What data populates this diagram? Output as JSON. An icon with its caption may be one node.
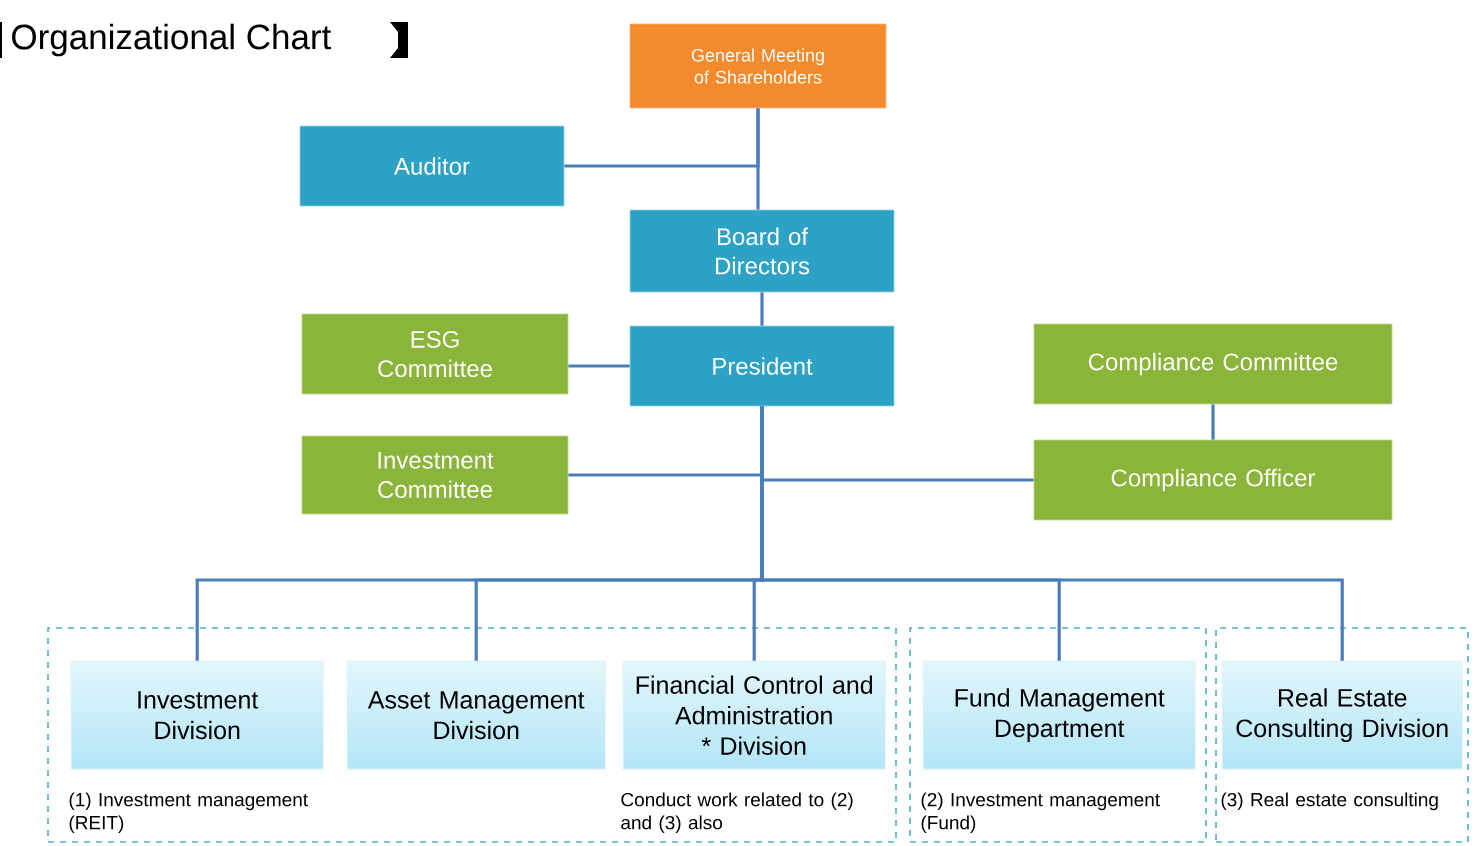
{
  "diagram": {
    "title": "Organizational Chart",
    "nodes": [
      {
        "text": [
          "General Meeting of Shareholders"
        ]
      },
      {
        "text": [
          "Auditor"
        ]
      },
      {
        "text": [
          "Board of Directors"
        ]
      },
      {
        "text": [
          "ESG Committee"
        ]
      },
      {
        "text": [
          "President"
        ]
      },
      {
        "text": [
          "Compliance Committee"
        ]
      },
      {
        "text": [
          "Investment Committee"
        ]
      },
      {
        "text": [
          "Compliance Officer"
        ]
      },
      {
        "text": [],
        "shape": "box"
      },
      {
        "text": [
          "Investment Division"
        ],
        "in": 8,
        "beside": [
          "(1) Investment management (REIT)"
        ]
      },
      {
        "text": [
          "Asset Management Division"
        ],
        "in": 8
      },
      {
        "text": [
          "Financial Control and Administration * Division"
        ],
        "in": 8,
        "beside": [
          "Conduct work related to (2) and (3) also"
        ]
      },
      {
        "text": [],
        "shape": "box"
      },
      {
        "text": [
          "Fund Management Department"
        ],
        "in": 12,
        "beside": [
          "(2) Investment management (Fund)"
        ]
      },
      {
        "text": [],
        "shape": "box"
      },
      {
        "text": [
          "Real Estate Consulting Division"
        ],
        "in": 14,
        "beside": [
          "(3) Real estate consulting"
        ]
      }
    ],
    "edges": [
      {
        "from": 0,
        "to": 2,
        "arrow": "none"
      },
      {
        "from": 1,
        "to": 0,
        "arrow": "none"
      },
      {
        "from": 2,
        "to": 4,
        "arrow": "none"
      },
      {
        "from": 3,
        "to": 4,
        "arrow": "none"
      },
      {
        "from": 5,
        "to": 7,
        "arrow": "none"
      },
      {
        "from": 6,
        "to": 4,
        "arrow": "none"
      },
      {
        "from": 7,
        "to": 4,
        "arrow": "none"
      },
      {
        "from": 4,
        "to": 9,
        "arrow": "none"
      },
      {
        "from": 4,
        "to": 10,
        "arrow": "none"
      },
      {
        "from": 4,
        "to": 11,
        "arrow": "none"
      },
      {
        "from": 4,
        "to": 13,
        "arrow": "none"
      },
      {
        "from": 4,
        "to": 15,
        "arrow": "none"
      }
    ]
  }
}
